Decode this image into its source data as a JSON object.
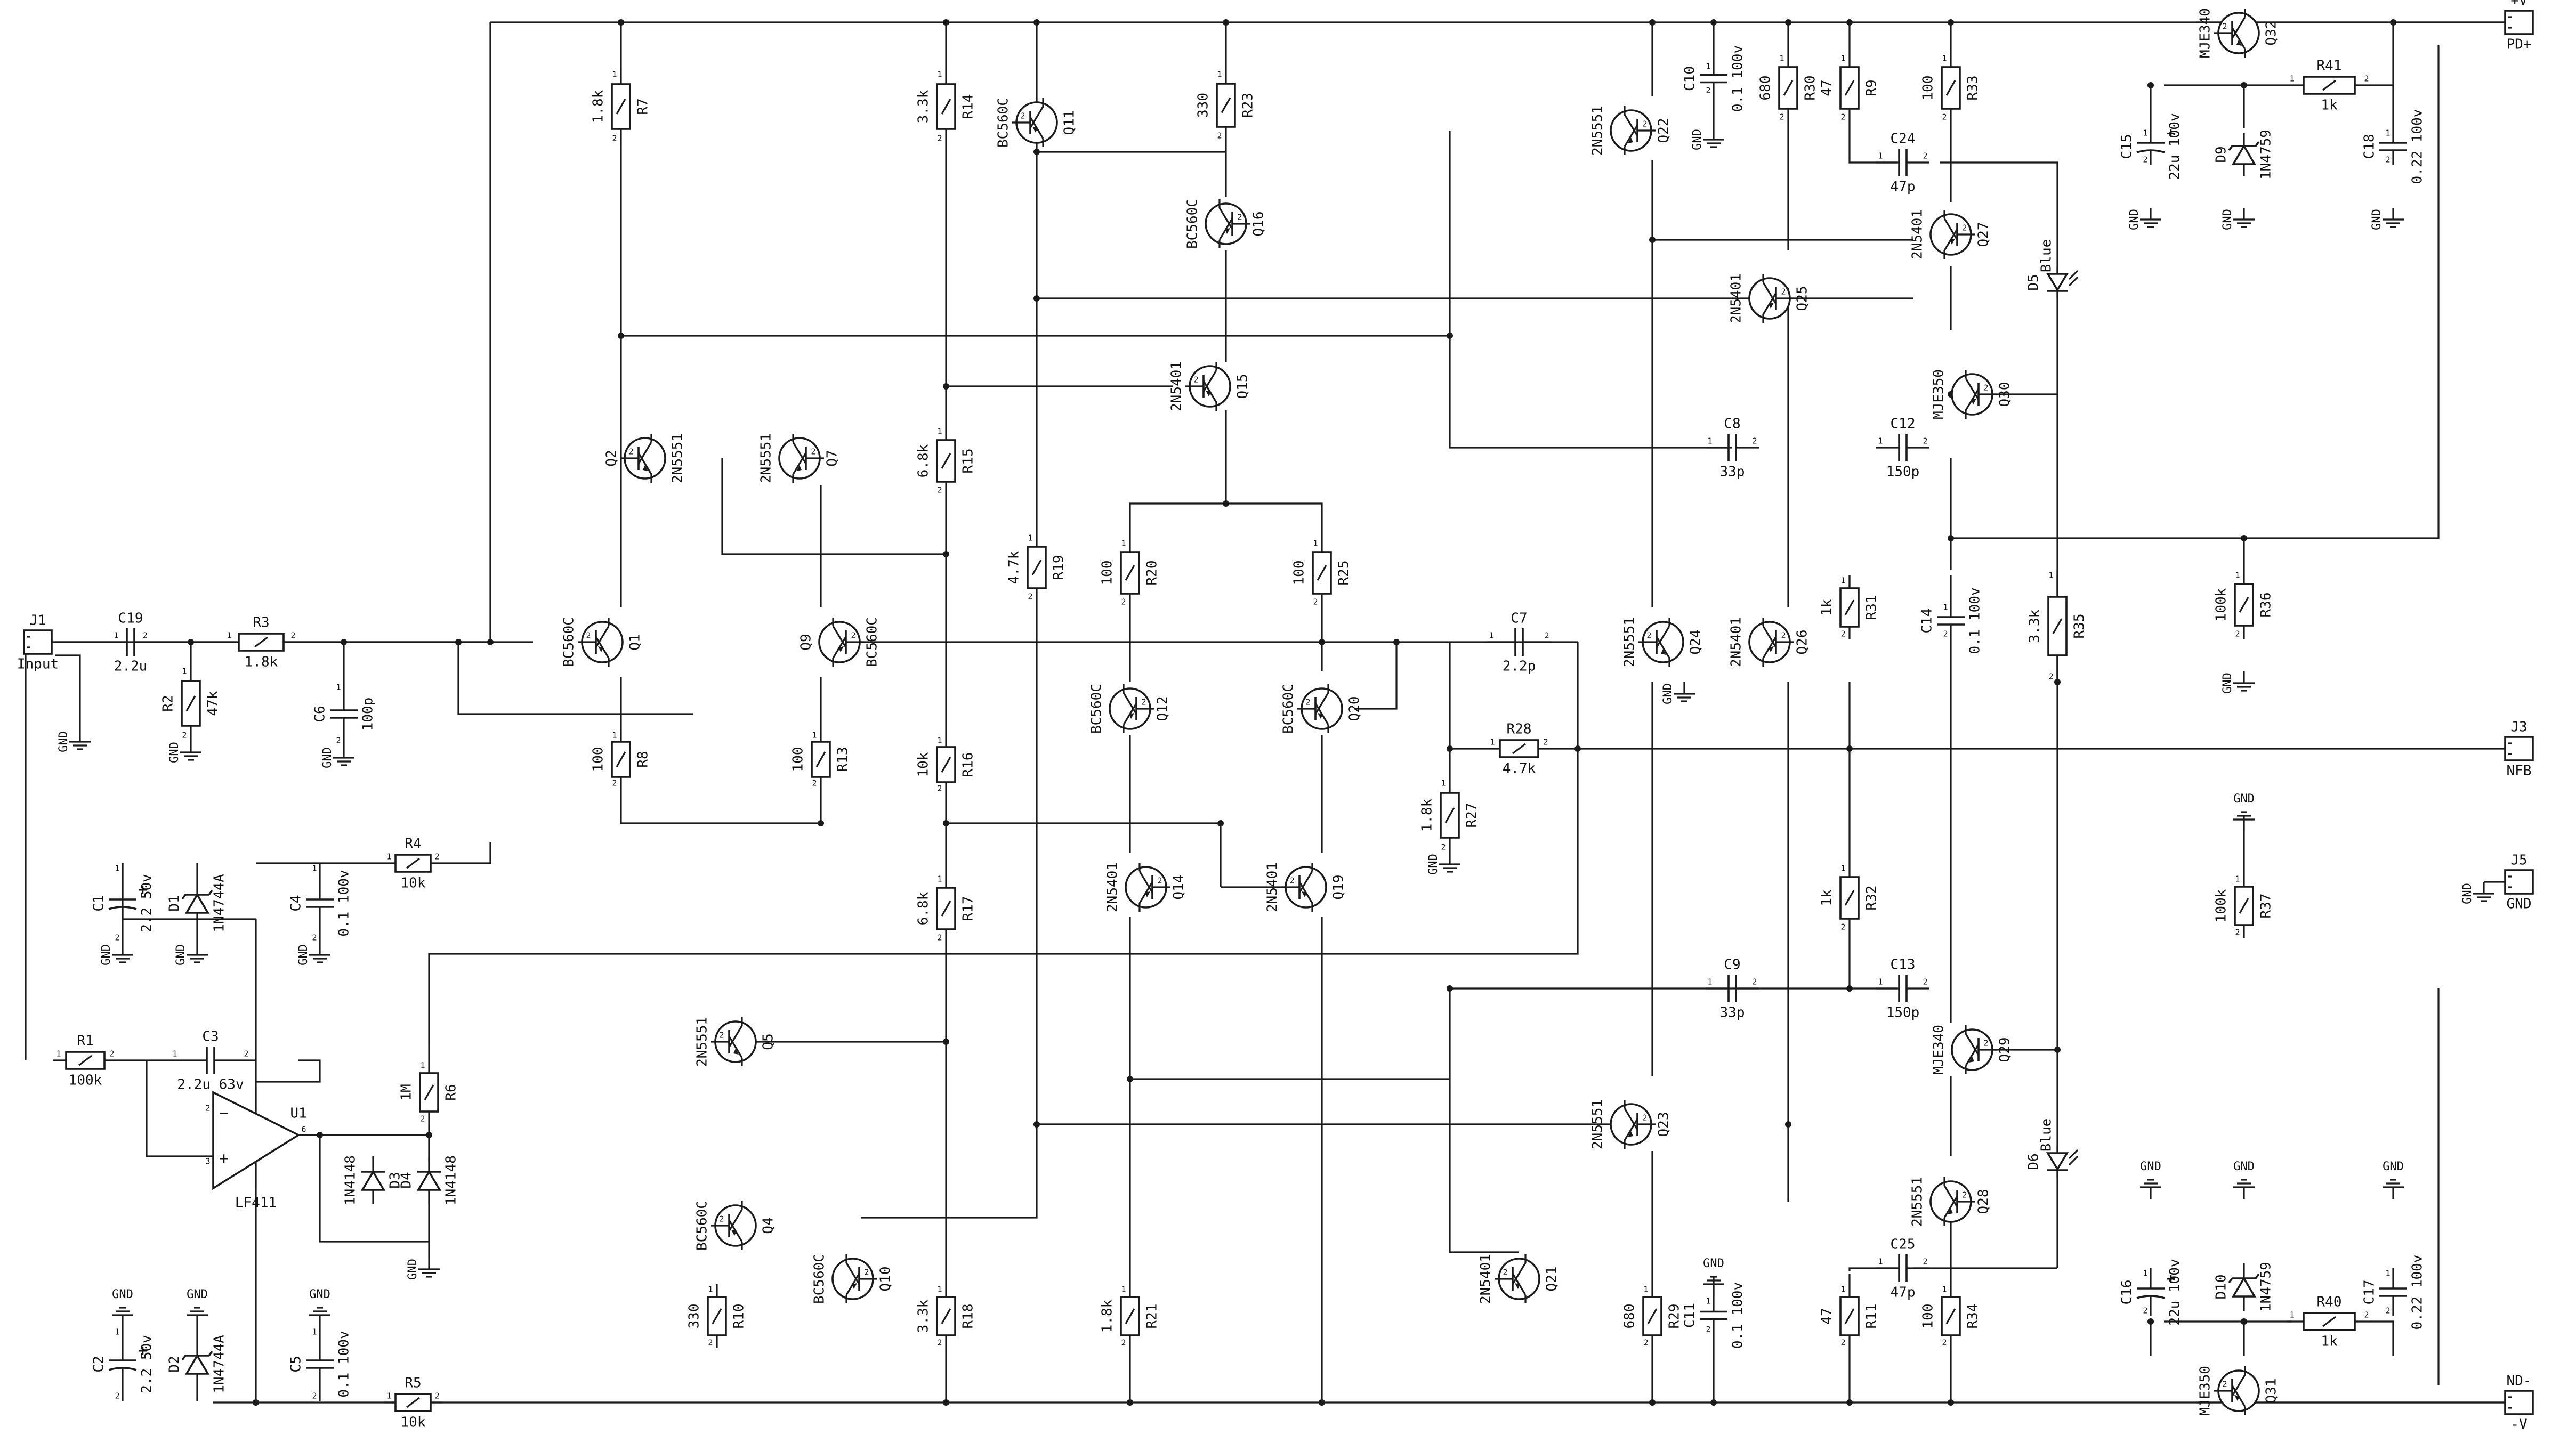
{
  "title": "Amplifier schematic",
  "colors": {
    "ink": "#1a1a1a",
    "paper": "#ffffff"
  },
  "connectors": {
    "J1": {
      "ref": "J1",
      "label": "Input"
    },
    "J2": {
      "ref": "+V",
      "label": "PD+"
    },
    "J3": {
      "ref": "J3",
      "label": "NFB"
    },
    "J4": {
      "ref": "ND-",
      "label": "-V"
    },
    "J5": {
      "ref": "J5",
      "label": "GND"
    }
  },
  "resistors": {
    "R1": {
      "ref": "R1",
      "value": "100k"
    },
    "R2": {
      "ref": "R2",
      "value": "47k"
    },
    "R3": {
      "ref": "R3",
      "value": "1.8k"
    },
    "R4": {
      "ref": "R4",
      "value": "10k"
    },
    "R5": {
      "ref": "R5",
      "value": "10k"
    },
    "R6": {
      "ref": "R6",
      "value": "1M"
    },
    "R7": {
      "ref": "R7",
      "value": "1.8k"
    },
    "R8": {
      "ref": "R8",
      "value": "100"
    },
    "R9": {
      "ref": "R9",
      "value": "47"
    },
    "R10": {
      "ref": "R10",
      "value": "330"
    },
    "R11": {
      "ref": "R11",
      "value": "47"
    },
    "R13": {
      "ref": "R13",
      "value": "100"
    },
    "R14": {
      "ref": "R14",
      "value": "3.3k"
    },
    "R15": {
      "ref": "R15",
      "value": "6.8k"
    },
    "R16": {
      "ref": "R16",
      "value": "10k"
    },
    "R17": {
      "ref": "R17",
      "value": "6.8k"
    },
    "R18": {
      "ref": "R18",
      "value": "3.3k"
    },
    "R19": {
      "ref": "R19",
      "value": "4.7k"
    },
    "R20": {
      "ref": "R20",
      "value": "100"
    },
    "R21": {
      "ref": "R21",
      "value": "1.8k"
    },
    "R23": {
      "ref": "R23",
      "value": "330"
    },
    "R25": {
      "ref": "R25",
      "value": "100"
    },
    "R27": {
      "ref": "R27",
      "value": "1.8k"
    },
    "R28": {
      "ref": "R28",
      "value": "4.7k"
    },
    "R29": {
      "ref": "R29",
      "value": "680"
    },
    "R30": {
      "ref": "R30",
      "value": "680"
    },
    "R31": {
      "ref": "R31",
      "value": "1k"
    },
    "R32": {
      "ref": "R32",
      "value": "1k"
    },
    "R33": {
      "ref": "R33",
      "value": "100"
    },
    "R34": {
      "ref": "R34",
      "value": "100"
    },
    "R35": {
      "ref": "R35",
      "value": "3.3k"
    },
    "R36": {
      "ref": "R36",
      "value": "100k"
    },
    "R37": {
      "ref": "R37",
      "value": "100k"
    },
    "R40": {
      "ref": "R40",
      "value": "1k"
    },
    "R41": {
      "ref": "R41",
      "value": "1k"
    }
  },
  "capacitors": {
    "C1": {
      "ref": "C1",
      "value": "2.2 50v"
    },
    "C2": {
      "ref": "C2",
      "value": "2.2 50v"
    },
    "C3": {
      "ref": "C3",
      "value": "2.2u 63v"
    },
    "C4": {
      "ref": "C4",
      "value": "0.1 100v"
    },
    "C5": {
      "ref": "C5",
      "value": "0.1 100v"
    },
    "C6": {
      "ref": "C6",
      "value": "100p"
    },
    "C7": {
      "ref": "C7",
      "value": "2.2p"
    },
    "C8": {
      "ref": "C8",
      "value": "33p"
    },
    "C9": {
      "ref": "C9",
      "value": "33p"
    },
    "C10": {
      "ref": "C10",
      "value": "0.1 100v"
    },
    "C11": {
      "ref": "C11",
      "value": "0.1 100v"
    },
    "C12": {
      "ref": "C12",
      "value": "150p"
    },
    "C13": {
      "ref": "C13",
      "value": "150p"
    },
    "C14": {
      "ref": "C14",
      "value": "0.1 100v"
    },
    "C15": {
      "ref": "C15",
      "value": "22u 100v"
    },
    "C16": {
      "ref": "C16",
      "value": "22u 100v"
    },
    "C17": {
      "ref": "C17",
      "value": "0.22 100v"
    },
    "C18": {
      "ref": "C18",
      "value": "0.22 100v"
    },
    "C19": {
      "ref": "C19",
      "value": "2.2u"
    },
    "C24": {
      "ref": "C24",
      "value": "47p"
    },
    "C25": {
      "ref": "C25",
      "value": "47p"
    }
  },
  "transistors": {
    "Q1": {
      "ref": "Q1",
      "part": "BC560C"
    },
    "Q2": {
      "ref": "Q2",
      "part": "2N5551"
    },
    "Q4": {
      "ref": "Q4",
      "part": "BC560C"
    },
    "Q5": {
      "ref": "Q5",
      "part": "2N5551"
    },
    "Q7": {
      "ref": "Q7",
      "part": "2N5551"
    },
    "Q9": {
      "ref": "Q9",
      "part": "BC560C"
    },
    "Q10": {
      "ref": "Q10",
      "part": "BC560C"
    },
    "Q11": {
      "ref": "Q11",
      "part": "BC560C"
    },
    "Q12": {
      "ref": "Q12",
      "part": "BC560C"
    },
    "Q14": {
      "ref": "Q14",
      "part": "2N5401"
    },
    "Q15": {
      "ref": "Q15",
      "part": "2N5401"
    },
    "Q16": {
      "ref": "Q16",
      "part": "BC560C"
    },
    "Q19": {
      "ref": "Q19",
      "part": "2N5401"
    },
    "Q20": {
      "ref": "Q20",
      "part": "BC560C"
    },
    "Q21": {
      "ref": "Q21",
      "part": "2N5401"
    },
    "Q22": {
      "ref": "Q22",
      "part": "2N5551"
    },
    "Q23": {
      "ref": "Q23",
      "part": "2N5551"
    },
    "Q24": {
      "ref": "Q24",
      "part": "2N5551"
    },
    "Q25": {
      "ref": "Q25",
      "part": "2N5401"
    },
    "Q26": {
      "ref": "Q26",
      "part": "2N5401"
    },
    "Q27": {
      "ref": "Q27",
      "part": "2N5401"
    },
    "Q28": {
      "ref": "Q28",
      "part": "2N5551"
    },
    "Q29": {
      "ref": "Q29",
      "part": "MJE340"
    },
    "Q30": {
      "ref": "Q30",
      "part": "MJE350"
    },
    "Q31": {
      "ref": "Q31",
      "part": "MJE350"
    },
    "Q32": {
      "ref": "Q32",
      "part": "MJE340"
    }
  },
  "diodes": {
    "D1": {
      "ref": "D1",
      "part": "1N4744A"
    },
    "D2": {
      "ref": "D2",
      "part": "1N4744A"
    },
    "D3": {
      "ref": "D3",
      "part": "1N4148"
    },
    "D4": {
      "ref": "D4",
      "part": "1N4148"
    },
    "D5": {
      "ref": "D5",
      "part": "Blue"
    },
    "D6": {
      "ref": "D6",
      "part": "Blue"
    },
    "D9": {
      "ref": "D9",
      "part": "1N4759"
    },
    "D10": {
      "ref": "D10",
      "part": "1N4759"
    }
  },
  "opamp": {
    "ref": "U1",
    "part": "LF411"
  },
  "ground_label": "GND"
}
